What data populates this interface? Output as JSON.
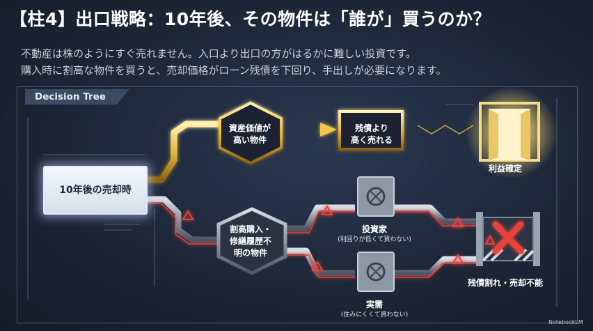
{
  "header": {
    "title": "【柱4】出口戦略：10年後、その物件は「誰が」買うのか？",
    "subtitle_line1": "不動産は株のようにすぐ売れません。入口より出口の方がはるかに難しい投資です。",
    "subtitle_line2": "購入時に割高な物件を買うと、売却価格がローン残債を下回り、手出しが必要になります。"
  },
  "panel": {
    "label": "Decision Tree"
  },
  "nodes": {
    "start": "10年後の売却時",
    "good_asset": [
      "資産価値が",
      "高い物件"
    ],
    "good_sale": [
      "残債より",
      "高く売れる"
    ],
    "profit": "利益確定",
    "bad_asset": [
      "割高購入・",
      "修繕履歴不",
      "明の物件"
    ],
    "investor": {
      "label": "投資家",
      "note": "(利回りが低くて買わない)"
    },
    "occupant": {
      "label": "実需",
      "note": "(住みにくくて買わない)"
    },
    "failure": "残債割れ・売却不能"
  },
  "colors": {
    "gold": "#f3c64a",
    "silver": "#a9b2bf",
    "red_glow": "#e0443a",
    "background": "#1b2535"
  },
  "icons": [
    "vault-safe-icon",
    "warning-triangle-icon",
    "red-x-icon",
    "glowing-door-icon"
  ],
  "watermark": "NotebookLM"
}
